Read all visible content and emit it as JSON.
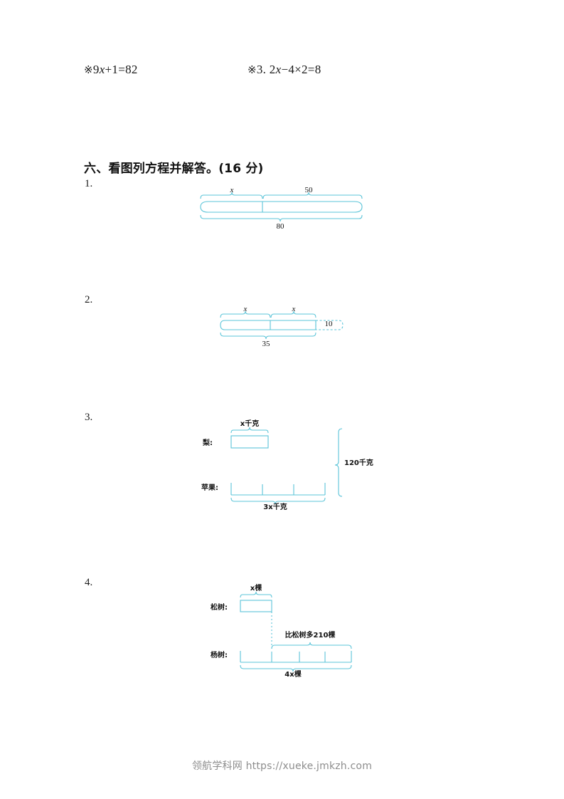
{
  "colors": {
    "stroke": "#5bc4d8",
    "stroke_dark": "#3aa9c4",
    "text": "#171717",
    "watermark": "#8d8d8d"
  },
  "equations": [
    {
      "mark": "※",
      "text": "9",
      "var": "x",
      "rest": "+1=82"
    },
    {
      "mark": "※",
      "text": "3. 2",
      "var": "x",
      "rest": "−4×2=8"
    }
  ],
  "section": {
    "heading": "六、看图列方程并解答。(16 分)"
  },
  "questions": [
    {
      "number": "1.",
      "diagram": {
        "type": "single-bar-two-parts",
        "part_labels": [
          "x",
          "50"
        ],
        "total_label": "80"
      }
    },
    {
      "number": "2.",
      "diagram": {
        "type": "two-x-bar-with-dashed-extension",
        "part_labels": [
          "x",
          "x"
        ],
        "dashed_label": "10",
        "total_label": "35"
      }
    },
    {
      "number": "3.",
      "diagram": {
        "type": "two-row-comparison-brace",
        "row1_name": "梨:",
        "row1_label": "x千克",
        "row2_name": "苹果:",
        "row2_label": "3x千克",
        "row2_segments": 3,
        "total_label": "120千克"
      }
    },
    {
      "number": "4.",
      "diagram": {
        "type": "two-row-difference",
        "row1_name": "松树:",
        "row1_label": "x棵",
        "row2_name": "杨树:",
        "row2_label": "4x棵",
        "row2_segments": 4,
        "difference_label": "比松树多210棵"
      }
    }
  ],
  "footer": {
    "text": "领航学科网 https://xueke.jmkzh.com"
  }
}
